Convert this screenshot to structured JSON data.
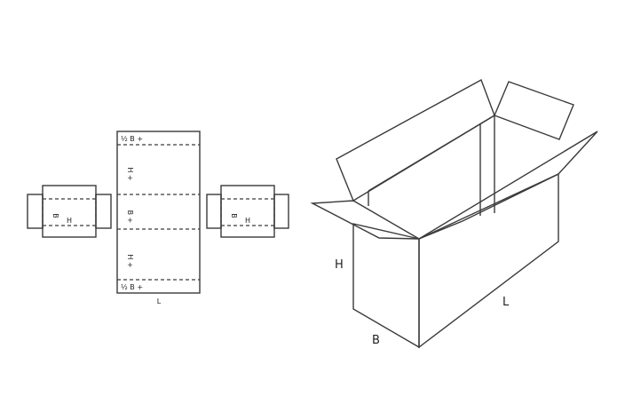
{
  "flat_layout": {
    "left_end": {
      "b_label": "B",
      "h_label": "H"
    },
    "main_panel": {
      "top_flap_label": "½ B +",
      "upper_h_label": "H +",
      "middle_b_label": "B +",
      "lower_h_label": "H +",
      "bottom_flap_label": "½ B +",
      "length_label": "L"
    },
    "right_end": {
      "b_label": "B",
      "h_label": "H"
    }
  },
  "box_3d": {
    "h_label": "H",
    "b_label": "B",
    "l_label": "L"
  }
}
